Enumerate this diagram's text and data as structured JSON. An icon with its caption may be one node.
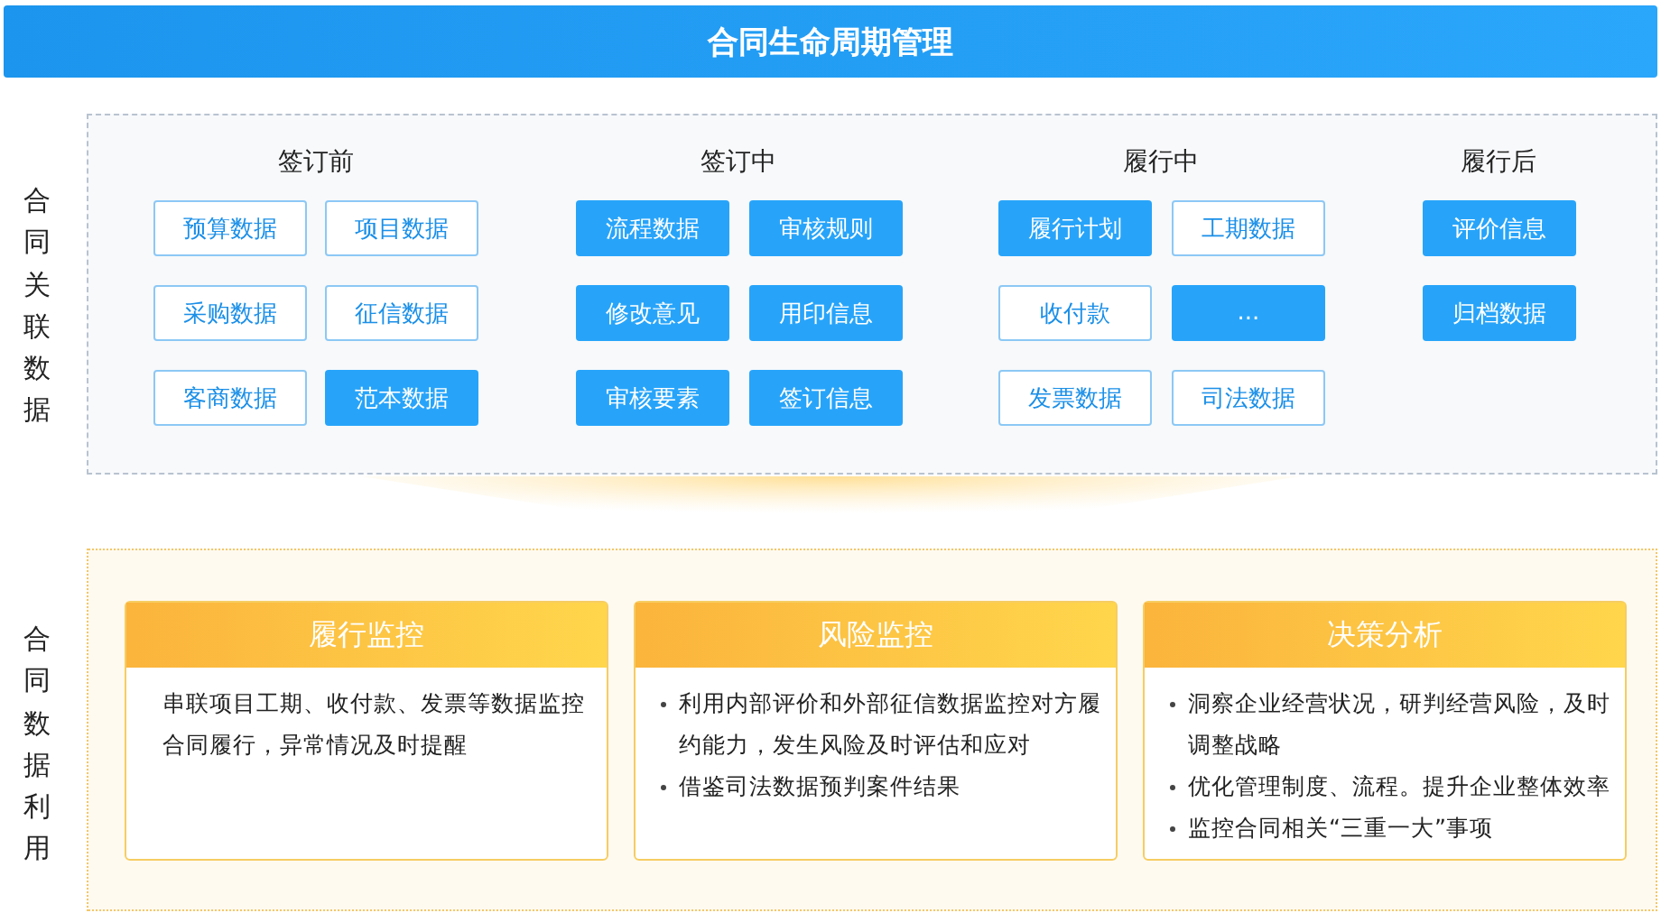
{
  "diagram": {
    "title": "合同生命周期管理",
    "nodes": [
      {
        "text": [
          "合同关联数据"
        ]
      },
      {
        "text": [
          "预算数据"
        ],
        "in": 0
      },
      {
        "text": [
          "项目数据"
        ],
        "in": 0
      },
      {
        "text": [
          "采购数据"
        ],
        "in": 0
      },
      {
        "text": [
          "征信数据"
        ],
        "in": 0
      },
      {
        "text": [
          "客商数据"
        ],
        "in": 0
      },
      {
        "text": [
          "范本数据"
        ],
        "in": 0
      },
      {
        "text": [
          "流程数据"
        ],
        "in": 0
      },
      {
        "text": [
          "审核规则"
        ],
        "in": 0
      },
      {
        "text": [
          "修改意见"
        ],
        "in": 0
      },
      {
        "text": [
          "用印信息"
        ],
        "in": 0
      },
      {
        "text": [
          "审核要素"
        ],
        "in": 0
      },
      {
        "text": [
          "签订信息"
        ],
        "in": 0
      },
      {
        "text": [
          "履行计划"
        ],
        "in": 0
      },
      {
        "text": [
          "工期数据"
        ],
        "in": 0
      },
      {
        "text": [
          "收付款"
        ],
        "in": 0
      },
      {
        "text": [
          "..."
        ],
        "in": 0
      },
      {
        "text": [
          "发票数据"
        ],
        "in": 0
      },
      {
        "text": [
          "司法数据"
        ],
        "in": 0
      },
      {
        "text": [
          "评价信息"
        ],
        "in": 0
      },
      {
        "text": [
          "归档数据"
        ],
        "in": 0
      },
      {
        "text": [
          "合同数据利用"
        ]
      },
      {
        "text": [
          "履行监控",
          "串联项目工期、收付款、发票等数据监控合同履行，异常情况及时提醒"
        ],
        "in": 21
      },
      {
        "text": [
          "风险监控",
          "利用内部评价和外部征信数据监控对方履约能力，发生风险及时评估和应对",
          "借鉴司法数据预判案件结果"
        ],
        "in": 21
      },
      {
        "text": [
          "决策分析",
          "洞察企业经营状况，研判经营风险，及时调整战略",
          "优化管理制度、流程。提升企业整体效率",
          "监控合同相关“三重一大”事项"
        ],
        "in": 21
      },
      {
        "text": [],
        "shape": "band"
      }
    ],
    "labels": [
      "签订前",
      "签订中",
      "履行中",
      "履行后"
    ]
  }
}
